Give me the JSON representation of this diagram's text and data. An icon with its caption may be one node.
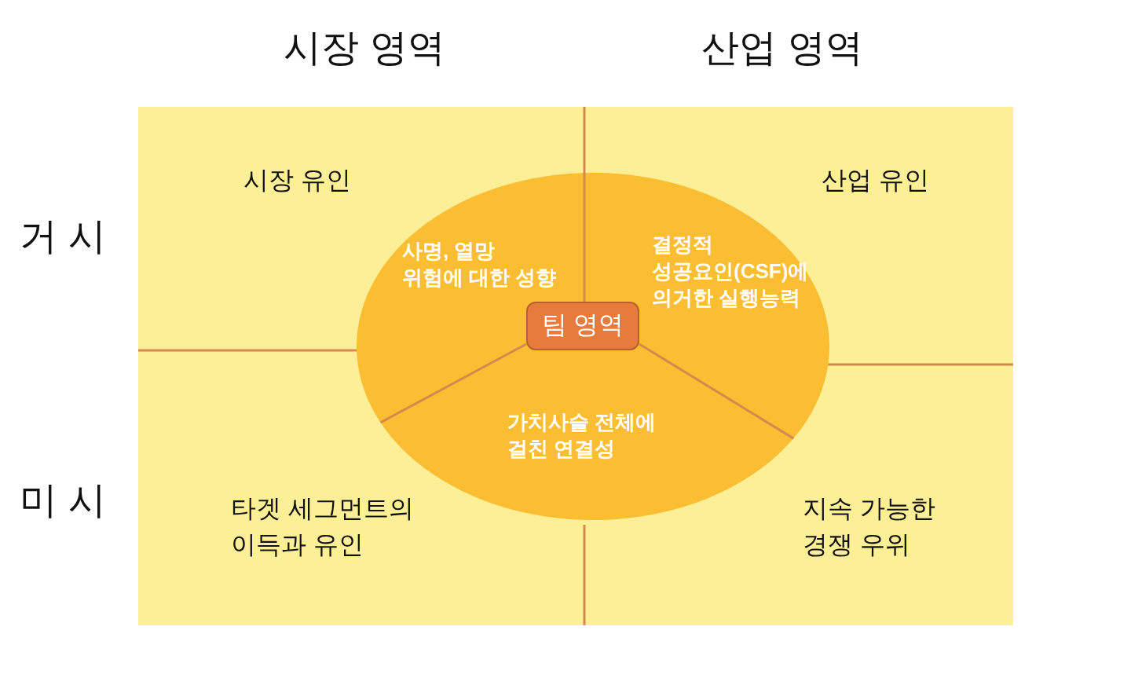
{
  "diagram": {
    "nodes": [
      {
        "text": [
          "시장 유인"
        ]
      },
      {
        "text": [
          "산업 유인"
        ]
      },
      {
        "text": [],
        "shape": "ellipse"
      },
      {
        "text": [
          "사명, 열망 위험에 대한 성향"
        ]
      },
      {
        "text": [
          "결정적 성공요인(CSF)에 의거한 실행능력"
        ]
      },
      {
        "text": [
          "팀 영역"
        ],
        "in": 2
      },
      {
        "text": [
          "가치사슬 전체에 걸친 연결성"
        ],
        "in": 2
      },
      {
        "text": [
          "타겟 세그먼트의 이득과 유인"
        ]
      },
      {
        "text": [
          "지속 가능한 경쟁 우위"
        ]
      }
    ],
    "labels": [
      "시장 영역",
      "산업 영역",
      "거 시",
      "미 시"
    ]
  }
}
